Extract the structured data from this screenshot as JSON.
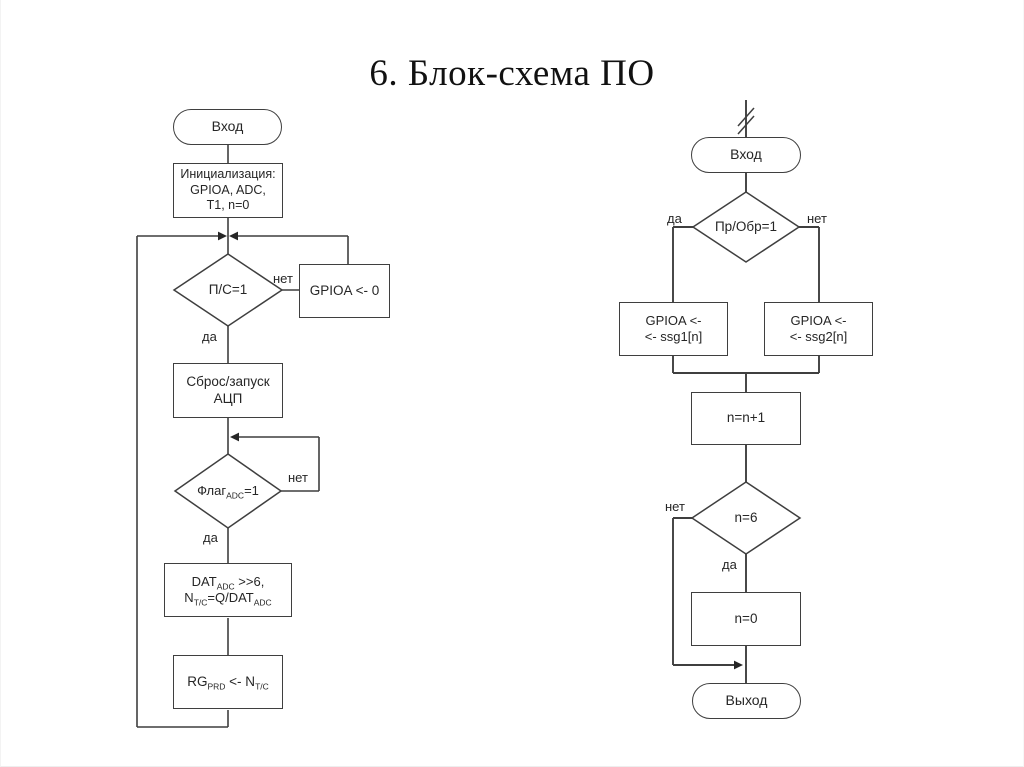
{
  "title": "6. Блок-схема ПО",
  "labels": {
    "yes": "да",
    "no": "нет"
  },
  "left": {
    "entry": "Вход",
    "init_line1": "Инициализация:",
    "init_line2": "GPIOA, ADC,",
    "init_line3": "T1, n=0",
    "ps_decision": "П/С=1",
    "gpioa_reset": "GPIOA <- 0",
    "adc_line1": "Сброс/запуск",
    "adc_line2": "АЦП",
    "flag_t1": "Флаг",
    "flag_sub1": "ADC",
    "flag_t2": "=1",
    "dat_l1_t1": "DAT",
    "dat_l1_sub1": "ADC",
    "dat_l1_t2": " >>6,",
    "dat_l2_t1": "N",
    "dat_l2_sub1": "T/C",
    "dat_l2_t2": "=Q/DAT",
    "dat_l2_sub2": "ADC",
    "rg_t1": "RG",
    "rg_sub1": "PRD",
    "rg_t2": " <- N",
    "rg_sub2": "T/C"
  },
  "right": {
    "entry": "Вход",
    "mode_decision": "Пр/Обр=1",
    "ssg1_line1": "GPIOA <-",
    "ssg1_line2": "<- ssg1[n]",
    "ssg2_line1": "GPIOA <-",
    "ssg2_line2": "<- ssg2[n]",
    "increment": "n=n+1",
    "n6_decision": "n=6",
    "n_reset": "n=0",
    "exit": "Выход"
  },
  "colors": {
    "stroke": "#3f3f3f",
    "text": "#262626",
    "background": "#ffffff"
  }
}
